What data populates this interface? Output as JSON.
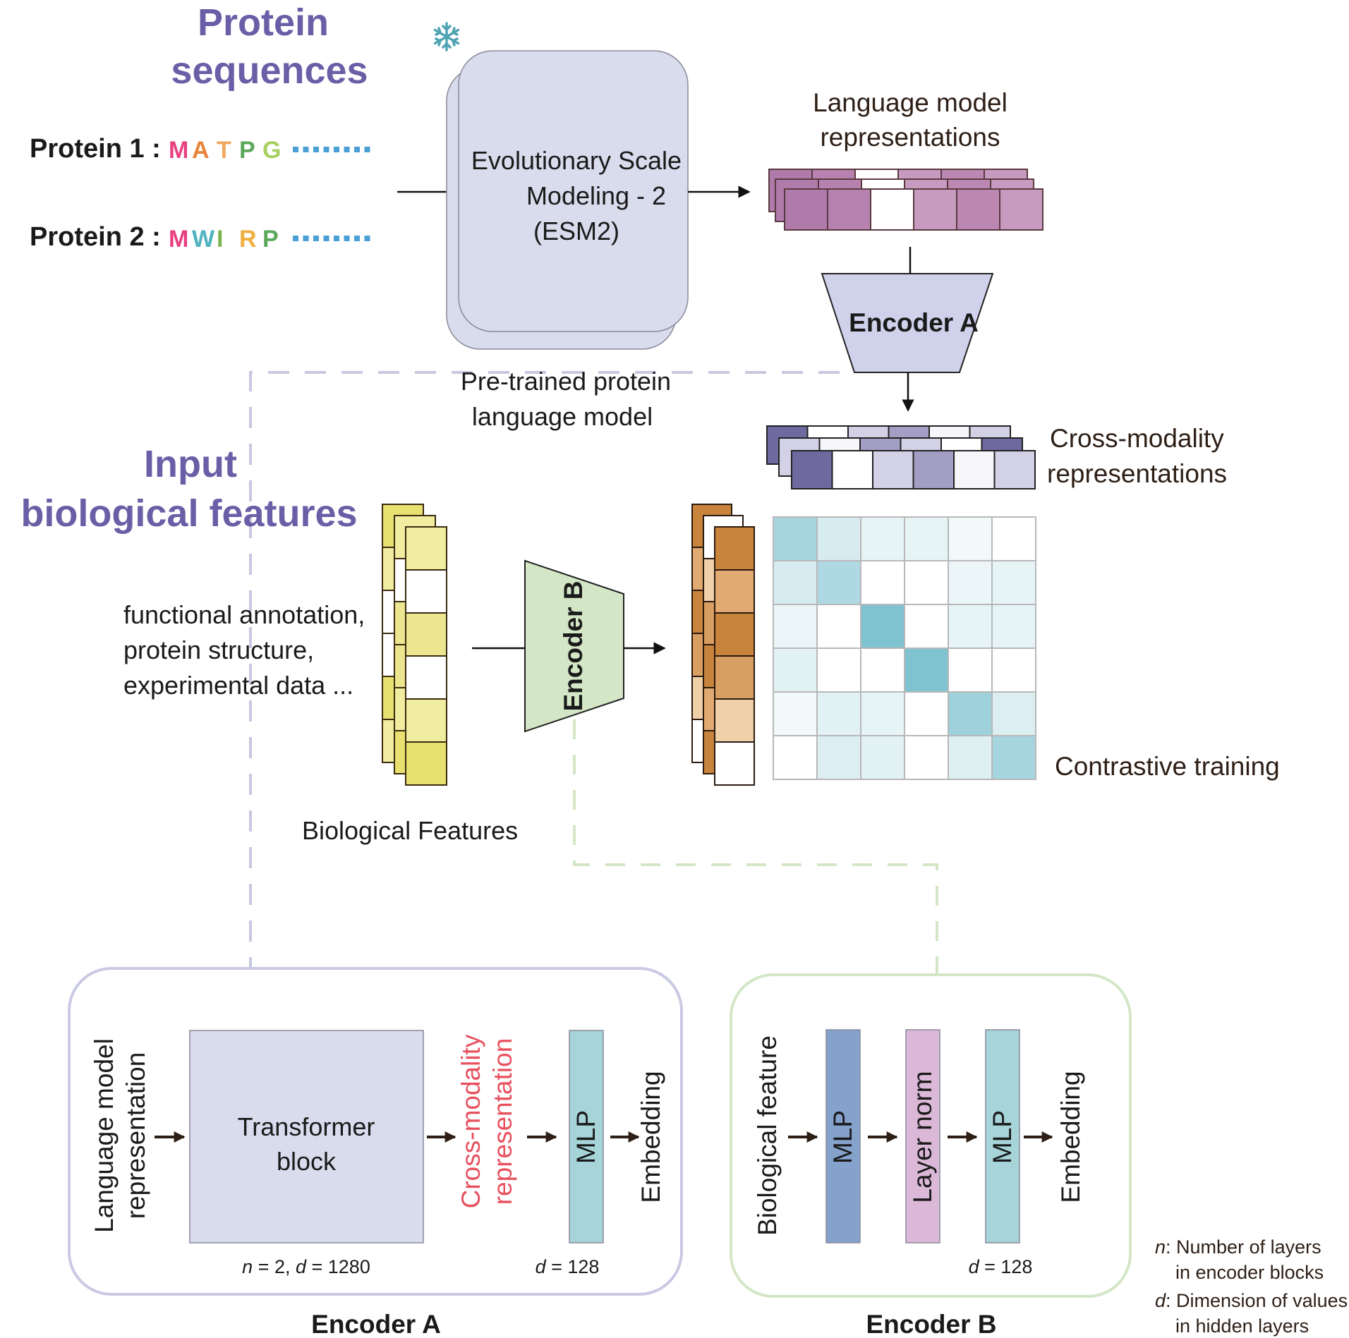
{
  "titles": {
    "protein_sequences": [
      "Protein",
      "sequences"
    ],
    "input_features": [
      "Input",
      "biological features"
    ]
  },
  "proteins": [
    {
      "label": "Protein 1 :",
      "residues": [
        {
          "char": "M",
          "color": "#e8407f"
        },
        {
          "char": "A",
          "color": "#e8843a"
        },
        {
          "char": "T",
          "color": "#f0a860"
        },
        {
          "char": "P",
          "color": "#5ba85a"
        },
        {
          "char": "G",
          "color": "#a8cf60"
        }
      ],
      "ellipsis_color": "#4a9fd6"
    },
    {
      "label": "Protein 2 :",
      "residues": [
        {
          "char": "M",
          "color": "#e8407f"
        },
        {
          "char": "W",
          "color": "#4fb3c0"
        },
        {
          "char": "I",
          "color": "#7cb350"
        },
        {
          "char": "R",
          "color": "#f0b040"
        },
        {
          "char": "P",
          "color": "#5ba85a"
        }
      ],
      "ellipsis_color": "#4a9fd6"
    }
  ],
  "esm": {
    "lines": [
      "Evolutionary Scale",
      "Modeling - 2",
      "(ESM2)"
    ],
    "caption": [
      "Pre-trained protein",
      "language model"
    ],
    "frozen_icon": "snowflake-icon"
  },
  "lm_representations": {
    "label": [
      "Language model",
      "representations"
    ],
    "rows": [
      [
        "#b07aab",
        "#b882b0",
        "#ffffff",
        "#c79abf",
        "#bc88b3",
        "#c79abf"
      ],
      [
        "#b07aab",
        "#b882b0",
        "#ffffff",
        "#c79abf",
        "#bc88b3",
        "#c79abf"
      ],
      [
        "#b07aab",
        "#b882b0",
        "#ffffff",
        "#c79abf",
        "#bc88b3",
        "#c79abf"
      ]
    ]
  },
  "encoder_a_shape": {
    "label": "Encoder A"
  },
  "encoder_b_shape": {
    "label": "Encoder B"
  },
  "cross_modality": {
    "label": [
      "Cross-modality",
      "representations"
    ],
    "rows": [
      [
        "#6e6aa0",
        "#ffffff",
        "#d3d1e6",
        "#a39fc4",
        "#f6f5fa",
        "#d3d1e6"
      ],
      [
        "#d3d1e6",
        "#f6f5fa",
        "#a39fc4",
        "#d3d1e6",
        "#ffffff",
        "#6e6aa0"
      ],
      [
        "#6e6aa0",
        "#ffffff",
        "#d3d1e6",
        "#a39fc4",
        "#f6f5fa",
        "#d3d1e6"
      ]
    ]
  },
  "biological_features": {
    "description": [
      "functional annotation,",
      "protein structure,",
      "experimental data ..."
    ],
    "caption": "Biological Features",
    "columns": [
      [
        "#e8e070",
        "#f0eca0",
        "#ffffff",
        "#ffffff",
        "#e8e070",
        "#f0eca0"
      ],
      [
        "#f0eca0",
        "#ffffff",
        "#ece690",
        "#ece690",
        "#f0eca0",
        "#e8e070"
      ],
      [
        "#f0eca0",
        "#ffffff",
        "#ece690",
        "#ffffff",
        "#f0eca0",
        "#e8e070"
      ]
    ]
  },
  "bio_embeddings": {
    "columns": [
      [
        "#c8843c",
        "#e0aa72",
        "#c8843c",
        "#d99e62",
        "#f0d0a8",
        "#ffffff"
      ],
      [
        "#ffffff",
        "#f0d0a8",
        "#d99e62",
        "#c8843c",
        "#e0aa72",
        "#c8843c"
      ],
      [
        "#c8843c",
        "#e0aa72",
        "#c8843c",
        "#d99e62",
        "#f0d0a8",
        "#ffffff"
      ]
    ]
  },
  "contrastive": {
    "label": "Contrastive training",
    "base_color": "#5fb3c4",
    "similarity_matrix": [
      [
        0.55,
        0.25,
        0.15,
        0.15,
        0.08,
        0.0
      ],
      [
        0.25,
        0.5,
        0.0,
        0.0,
        0.12,
        0.15
      ],
      [
        0.12,
        0.0,
        0.8,
        0.0,
        0.15,
        0.15
      ],
      [
        0.18,
        0.0,
        0.0,
        0.8,
        0.0,
        0.0
      ],
      [
        0.08,
        0.18,
        0.15,
        0.0,
        0.6,
        0.22
      ],
      [
        0.0,
        0.22,
        0.18,
        0.0,
        0.2,
        0.55
      ]
    ]
  },
  "encoder_a_detail": {
    "title": "Encoder A",
    "input_label": [
      "Language model",
      "representation"
    ],
    "transformer": [
      "Transformer",
      "block"
    ],
    "transformer_params": {
      "n": "n",
      "n_val": " = 2, ",
      "d": "d",
      "d_val": " = 1280"
    },
    "cross_label": [
      "Cross-modality",
      "representation"
    ],
    "mlp": "MLP",
    "mlp_params": {
      "d": "d",
      "d_val": " = 128"
    },
    "output": "Embedding",
    "colors": {
      "border": "#c9c9e3",
      "transformer": "#d9dced",
      "mlp": "#a6d4d8",
      "cross_text": "#e8505e"
    }
  },
  "encoder_b_detail": {
    "title": "Encoder B",
    "input_label": "Biological feature",
    "mlp1": "MLP",
    "layer_norm": "Layer norm",
    "mlp2": "MLP",
    "mlp_params": {
      "d": "d",
      "d_val": " = 128"
    },
    "output": "Embedding",
    "colors": {
      "border": "#d3e6c6",
      "mlp1": "#84a2cc",
      "layer_norm": "#dcb8d8",
      "mlp2": "#a6d4d8"
    }
  },
  "legend": [
    {
      "symbol": "n",
      "text": ": Number of layers",
      "cont": "in encoder blocks"
    },
    {
      "symbol": "d",
      "text": ": Dimension of values",
      "cont": "in hidden layers"
    }
  ]
}
